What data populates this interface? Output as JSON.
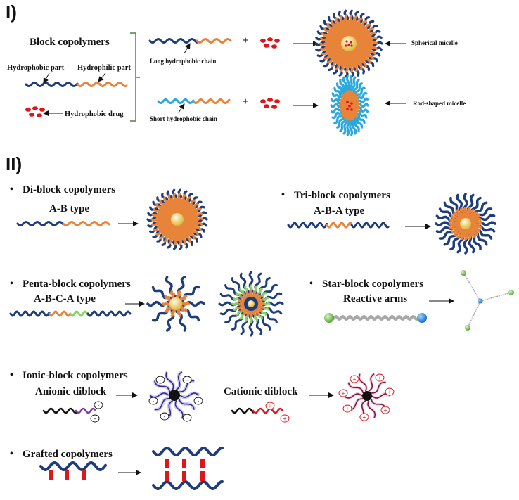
{
  "section1": {
    "roman": "I)",
    "title": "Block copolymers",
    "hydrophobic_part": "Hydrophobic part",
    "hydrophilic_part": "Hydrophilic part",
    "hydrophobic_drug": "Hydrophobic drug",
    "long_chain": "Long hydrophobic chain",
    "short_chain": "Short hydrophobic chain",
    "plus": "+",
    "spherical": "Spherical micelle",
    "rod": "Rod-shaped micelle"
  },
  "section2": {
    "roman": "II)",
    "bullet": "•",
    "diblock": "Di-block copolymers",
    "diblock_type": "A-B type",
    "triblock": "Tri-block copolymers",
    "triblock_type": "A-B-A type",
    "pentablock": "Penta-block copolymers",
    "pentablock_type": "A-B-C-A type",
    "starblock": "Star-block copolymers",
    "starblock_type": "Reactive arms",
    "ionic": "Ionic-block copolymers",
    "anionic": "Anionic diblock",
    "cationic": "Cationic diblock",
    "grafted": "Grafted copolymers",
    "minus_sign": "-",
    "plus_sign": "+"
  },
  "colors": {
    "navy": "#1f3d7a",
    "orange": "#e8843a",
    "lightblue": "#2aa8de",
    "red": "#e0141b",
    "green": "#8cd06a",
    "gray": "#a8a8a8",
    "purple": "#7a3fa0",
    "yellow": "#f2d36a"
  }
}
